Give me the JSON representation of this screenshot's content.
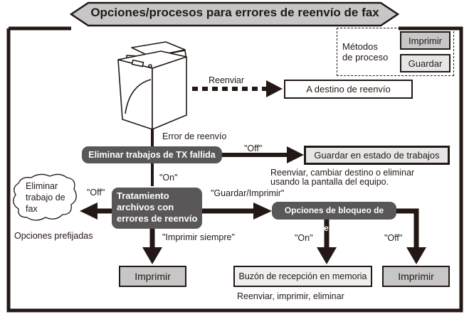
{
  "title": "Opciones/procesos para errores de reenvío de fax",
  "legend": {
    "label_line1": "Métodos",
    "label_line2": "de proceso",
    "print_label": "Imprimir",
    "save_label": "Guardar"
  },
  "device": {
    "icon": "printer-icon"
  },
  "forward": {
    "arrow_label": "Reenviar",
    "destination": "A destino de reenvío"
  },
  "error_label": "Error de reenvío",
  "delete_failed_tx": {
    "label": "Eliminar trabajos de TX fallida",
    "off_label": "\"Off\"",
    "on_label": "\"On\"",
    "off_result": "Guardar en estado de trabajos",
    "off_note_line1": "Reenviar, cambiar destino o eliminar",
    "off_note_line2": "usando la pantalla del equipo."
  },
  "treatment": {
    "label_line1": "Tratamiento",
    "label_line2": "archivos con",
    "label_line3": "errores de reenvío",
    "off_label": "\"Off\"",
    "off_result_line1": "Eliminar",
    "off_result_line2": "trabajo de",
    "off_result_line3": "fax",
    "default_note": "Opciones prefijadas",
    "save_print_label": "\"Guardar/Imprimir\"",
    "always_print_label": "\"Imprimir siempre\"",
    "always_print_result": "Imprimir"
  },
  "memory_lock": {
    "label": "Opciones de bloqueo de memoria",
    "on_label": "\"On\"",
    "off_label": "\"Off\"",
    "on_result": "Buzón de recepción en memoria",
    "on_note": "Reenviar, imprimir, eliminar",
    "off_result": "Imprimir"
  },
  "colors": {
    "line": "#231815",
    "dark_box": "#595757",
    "print_box": "#c7c7c7",
    "save_box": "#e6e6e6"
  }
}
